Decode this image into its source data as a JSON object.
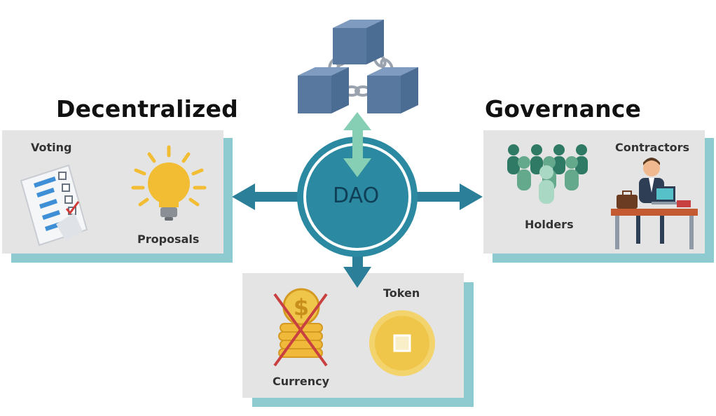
{
  "titles": {
    "left": "Decentralized",
    "right": "Governance"
  },
  "hub": {
    "label": "DAO"
  },
  "panels": {
    "left": {
      "item1": "Voting",
      "item2": "Proposals"
    },
    "right": {
      "item1": "Contractors",
      "item2": "Holders"
    },
    "bottom": {
      "item1": "Token",
      "item2": "Currency"
    }
  },
  "colors": {
    "hub_fill": "#2b8aa1",
    "hub_ring": "#1f6f85",
    "arrow": "#2b7f99",
    "arrow_up": "#86cfb4",
    "panel_bg": "#e4e4e4",
    "panel_shadow": "#8ecbd1",
    "block": "#4e6f96",
    "coin": "#f0c64a",
    "cross": "#c94040"
  },
  "icons": [
    "blockchain-icon",
    "ballot-icon",
    "lightbulb-icon",
    "people-group-icon",
    "contractor-desk-icon",
    "coin-stack-icon",
    "crossed-out-icon",
    "token-coin-icon"
  ]
}
